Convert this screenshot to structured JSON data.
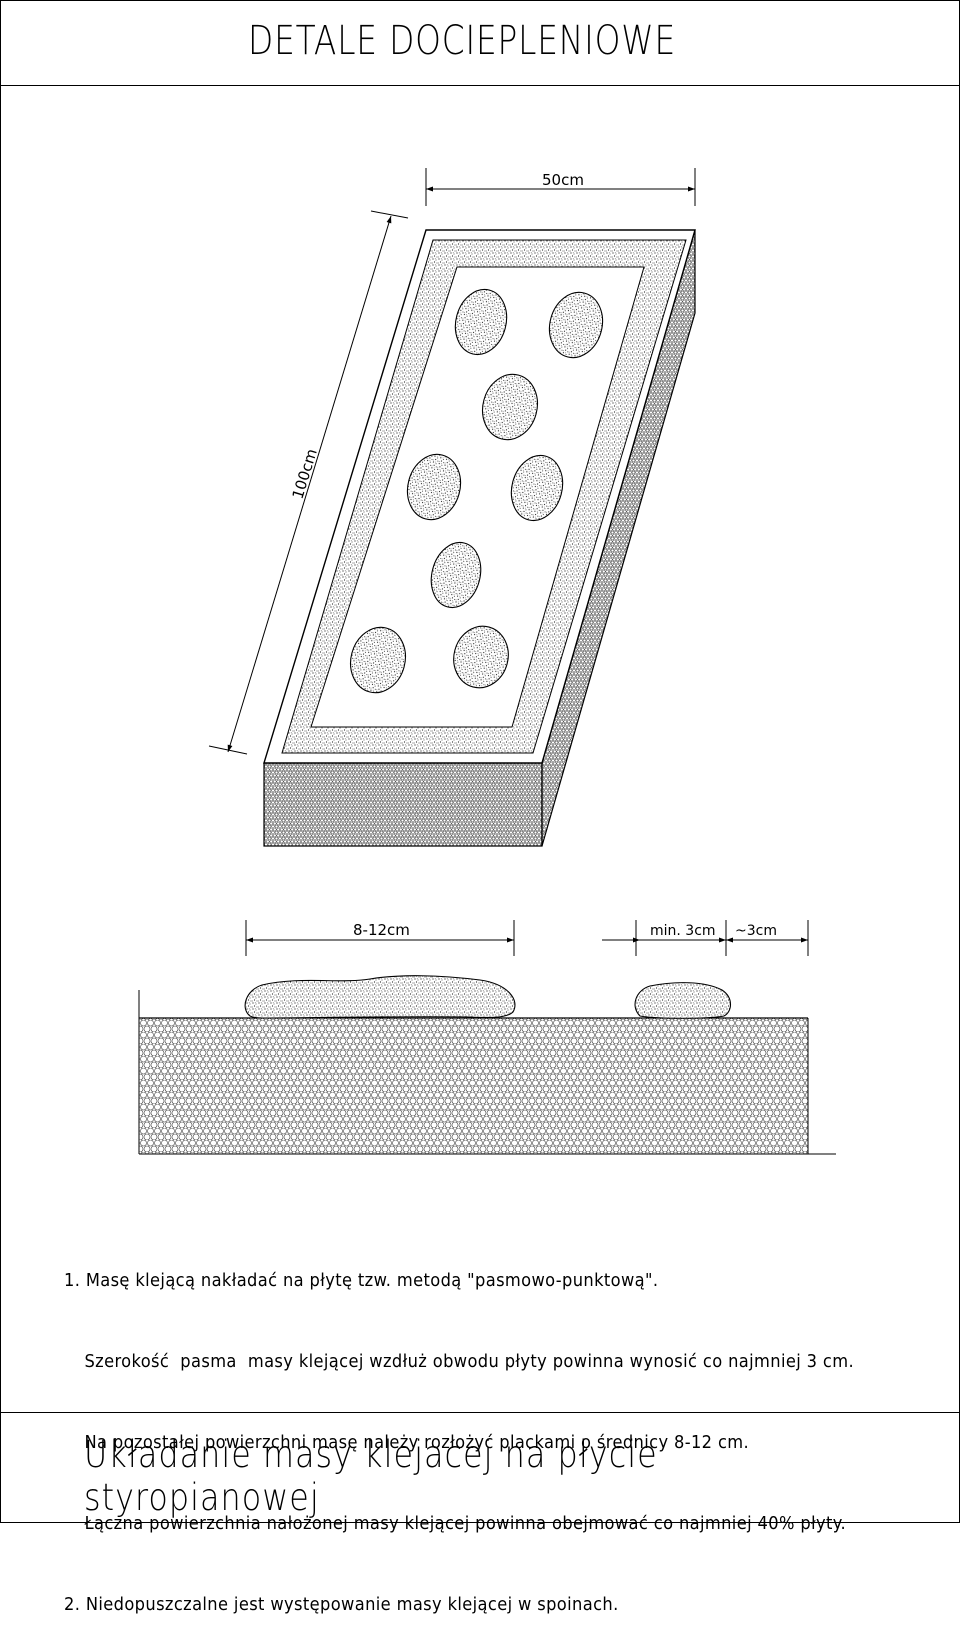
{
  "header": {
    "title": "DETALE DOCIEPLENIOWE"
  },
  "diagram": {
    "dim_width": "50cm",
    "dim_length": "100cm",
    "dim_dab": "8-12cm",
    "dim_min": "min. 3cm",
    "dim_band": "~3cm"
  },
  "notes": {
    "line1": "1. Masę klejącą nakładać na płytę tzw. metodą \"pasmowo-punktową\".",
    "line2": "Szerokość  pasma  masy klejącej wzdłuż obwodu płyty powinna wynosić co najmniej 3 cm.",
    "line3": "Na pozostałej powierzchni masę należy rozłożyć plackami o średnicy 8-12 cm.",
    "line4": "Łączna powierzchnia nałożonej masy klejącej powinna obejmować co najmniej 40% płyty.",
    "line5": "2. Niedopuszczalne jest występowanie masy klejącej w spoinach."
  },
  "footer": {
    "title": "Układanie masy klejacej na płycie styropianowej"
  }
}
